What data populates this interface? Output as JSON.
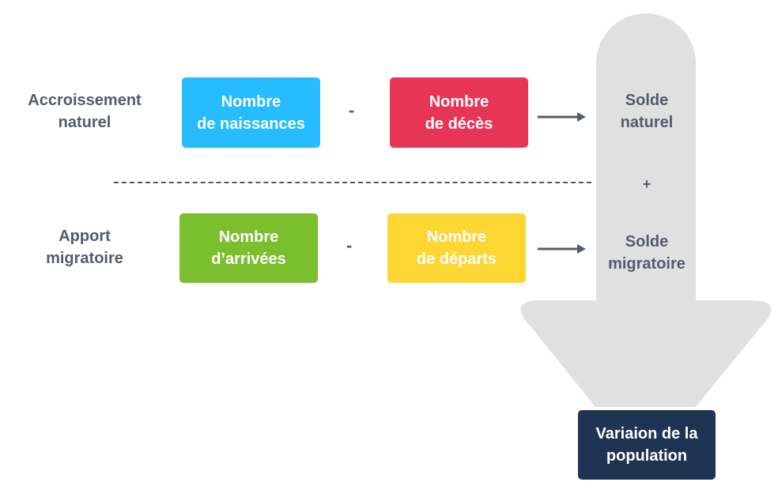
{
  "rows": {
    "natural": {
      "label_line1": "Accroissement",
      "label_line2": "naturel",
      "box1_line1": "Nombre",
      "box1_line2": "de naissances",
      "box2_line1": "Nombre",
      "box2_line2": "de décès",
      "operator": "-",
      "result_line1": "Solde",
      "result_line2": "naturel"
    },
    "migratory": {
      "label_line1": "Apport",
      "label_line2": "migratoire",
      "box1_line1": "Nombre",
      "box1_line2": "d’arrivées",
      "box2_line1": "Nombre",
      "box2_line2": "de départs",
      "operator": "-",
      "result_line1": "Solde",
      "result_line2": "migratoire"
    }
  },
  "sum_operator": "+",
  "final": {
    "line1": "Variaion de la",
    "line2": "population"
  },
  "colors": {
    "births": "#27bcfd",
    "deaths": "#e73655",
    "arrivals": "#7bbe2e",
    "departures": "#fdd633",
    "big_arrow": "#e0e0e0",
    "final": "#1f3353",
    "text": "#555b6e"
  }
}
